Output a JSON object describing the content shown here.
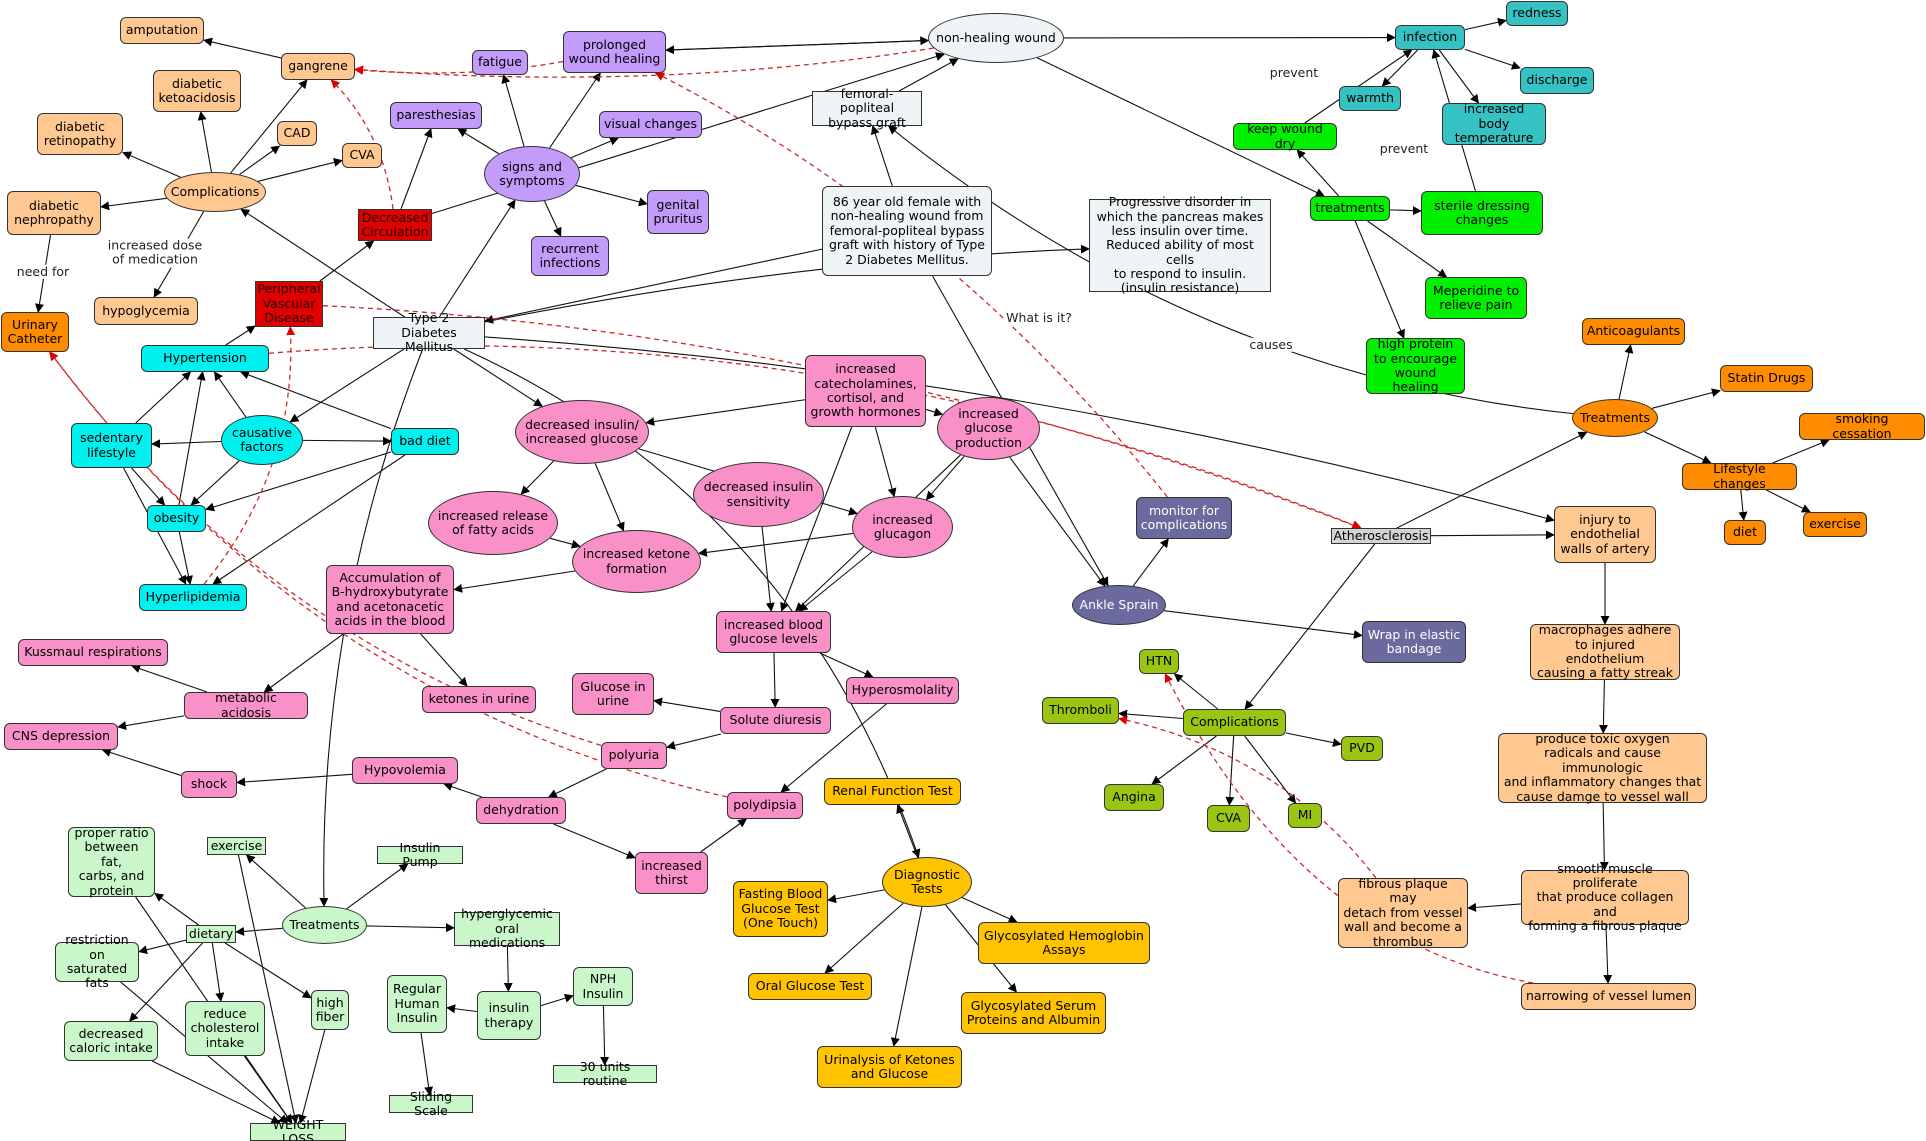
{
  "colors": {
    "orange_light": "#FFC891",
    "orange": "#FF8C00",
    "lavender": "#C39BFA",
    "red": "#E00000",
    "pink": "#F991C8",
    "cyan": "#00F0F0",
    "teal": "#36C2C2",
    "green": "#00F000",
    "slate": "#6A6A9E",
    "yellow": "#FFC300",
    "olive": "#9AC613",
    "mint": "#C9F7C9",
    "pale": "#EEF4F6",
    "grey": "#D4D4D4"
  },
  "nodes": {
    "amputation": "amputation",
    "gangrene": "gangrene",
    "diabetic_keto": "diabetic\nketoacidosis",
    "diabetic_retino": "diabetic\nretinopathy",
    "cad": "CAD",
    "cva_top": "CVA",
    "complications_left": "Complications",
    "diabetic_nephro": "diabetic\nnephropathy",
    "hypoglycemia": "hypoglycemia",
    "urinary_catheter": "Urinary\nCatheter",
    "prolonged_wound": "prolonged\nwound healing",
    "fatigue": "fatigue",
    "paresthesias": "paresthesias",
    "visual_changes": "visual changes",
    "signs_symptoms": "signs and\nsymptoms",
    "genital_pruritus": "genital\npruritus",
    "recurrent_infections": "recurrent\ninfections",
    "decreased_circulation": "Decreased\nCirculation",
    "pvd_red": "Peripheral\nVascular\nDisease",
    "type2": "Type 2\nDiabetes Mellitus",
    "non_healing_wound": "non-healing wound",
    "fem_pop_graft": "femoral-popliteal\nbypass graft",
    "case_description": "86 year old female with\nnon-healing wound from\nfemoral-popliteal bypass\ngraft with history of Type\n2 Diabetes Mellitus.",
    "definition": "Progressive disorder in\nwhich the pancreas makes\nless insulin over time.\nReduced ability of most cells\nto respond to insulin.\n(insulin resistance)",
    "infection": "infection",
    "redness": "redness",
    "warmth": "warmth",
    "discharge": "discharge",
    "increased_body_temp": "increased body\ntemperature",
    "keep_wound_dry": "keep wound dry",
    "treatments_green": "treatments",
    "sterile_dressing": "sterile dressing\nchanges",
    "meperidine": "Meperidine to\nrelieve pain",
    "high_protein": "high protein\nto encourage\nwound healing",
    "hypertension": "Hypertension",
    "sedentary": "sedentary\nlifestyle",
    "causative_factors": "causative\nfactors",
    "bad_diet": "bad diet",
    "obesity": "obesity",
    "hyperlipidemia": "Hyperlipidemia",
    "dec_insulin_inc_glucose": "decreased insulin/\nincreased glucose",
    "inc_catecholamines": "increased\ncatecholamines,\ncortisol, and\ngrowth hormones",
    "inc_glucose_production": "increased\nglucose\nproduction",
    "inc_release_fatty": "increased release\nof fatty acids",
    "dec_insulin_sensitivity": "decreased insulin\nsensitivity",
    "inc_ketone": "increased ketone\nformation",
    "inc_glucagon": "increased\nglucagon",
    "accumulation": "Accumulation of\nB-hydroxybutyrate\nand acetonacetic\nacids in the blood",
    "inc_blood_glucose": "increased blood\nglucose levels",
    "kussmaul": "Kussmaul respirations",
    "metabolic_acidosis": "metabolic acidosis",
    "ketones_urine": "ketones in urine",
    "glucose_urine": "Glucose in\nurine",
    "solute_diuresis": "Solute diuresis",
    "hyperosmolality": "Hyperosmolality",
    "cns_depression": "CNS depression",
    "polyuria": "polyuria",
    "shock": "shock",
    "hypovolemia": "Hypovolemia",
    "dehydration": "dehydration",
    "polydipsia": "polydipsia",
    "increased_thirst": "increased\nthirst",
    "monitor": "monitor for\ncomplications",
    "ankle_sprain": "Ankle Sprain",
    "wrap_bandage": "Wrap in elastic\nbandage",
    "atherosclerosis": "Atherosclerosis",
    "anticoagulants": "Anticoagulants",
    "statin": "Statin Drugs",
    "treatments_orange": "Treatments",
    "smoking": "smoking cessation",
    "lifestyle_changes": "Lifestyle changes",
    "diet_orange": "diet",
    "exercise_orange": "exercise",
    "injury_endothelial": "injury to\nendothelial\nwalls of artery",
    "macrophages": "macrophages adhere\nto injured endothelium\ncausing a fatty streak",
    "toxic_oxygen": "produce toxic oxygen\nradicals and cause immunologic\nand inflammatory changes that\ncause damge to vessel wall",
    "smooth_muscle": "smooth muscle proliferate\nthat produce collagen and\nforming a fibrous plaque",
    "fibrous_plaque": "fibrous plaque may\ndetach from vessel\nwall and become a\nthrombus",
    "narrowing": "narrowing of vessel lumen",
    "htn": "HTN",
    "thromboli": "Thromboli",
    "complications_olive": "Complications",
    "pvd_olive": "PVD",
    "angina": "Angina",
    "cva_olive": "CVA",
    "mi": "MI",
    "renal_test": "Renal Function Test",
    "diagnostic_tests": "Diagnostic\nTests",
    "fasting_glucose": "Fasting Blood\nGlucose Test\n(One Touch)",
    "glycosylated_hb": "Glycosylated Hemoglobin\nAssays",
    "oral_glucose": "Oral Glucose Test",
    "glycosylated_serum": "Glycosylated Serum\nProteins and Albumin",
    "urinalysis": "Urinalysis of Ketones\nand Glucose",
    "proper_ratio": "proper ratio\nbetween fat,\ncarbs, and\nprotein",
    "exercise_mint": "exercise",
    "insulin_pump": "Insulin Pump",
    "treatments_mint": "Treatments",
    "dietary": "dietary",
    "hyperglycemic_meds": "hyperglycemic\noral medications",
    "restriction_sat_fats": "restriction on\nsaturated fats",
    "high_fiber": "high\nfiber",
    "reduce_cholesterol": "reduce\ncholesterol\nintake",
    "regular_insulin": "Regular\nHuman\nInsulin",
    "insulin_therapy": "insulin\ntherapy",
    "nph_insulin": "NPH\nInsulin",
    "decreased_caloric": "decreased\ncaloric intake",
    "thirty_units": "30 units routine",
    "sliding_scale": "Sliding Scale",
    "weight_loss": "WEIGHT LOSS"
  },
  "labels": {
    "increased_dose": "increased dose\nof medication",
    "need_for": "need for",
    "prevent_1": "prevent",
    "prevent_2": "prevent",
    "what_is_it": "What is it?",
    "causes": "causes"
  }
}
